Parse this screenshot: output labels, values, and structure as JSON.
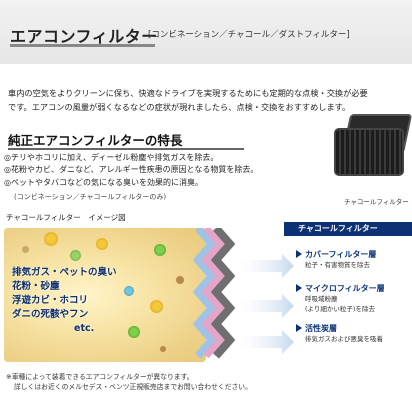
{
  "header": {
    "title": "エアコンフィルター",
    "subtitle": "[コンビネーション／チャコール／ダストフィルター]"
  },
  "intro": {
    "lines": [
      "車内の空気をよりクリーンに保ち、快適なドライブを実現するためにも定期的な点検・交換が必要",
      "です。エアコンの風量が弱くなるなどの症状が現れましたら、点検・交換をおすすめします。"
    ]
  },
  "features": {
    "title": "純正エアコンフィルターの特長",
    "items": [
      "◎チリやホコリに加え、ディーゼル粉塵や排気ガスを除去。",
      "◎花粉やカビ、ダニなど、アレルギー性疾患の原因となる物質を除去。",
      "◎ペットやタバコなどの気になる臭いを効果的に消臭。"
    ],
    "note": "(コンビネーション／チャコールフィルターのみ)"
  },
  "product_image": {
    "caption": "チャコールフィルター",
    "icon": "charcoal-filter"
  },
  "diagram": {
    "label": "チャコールフィルター　イメージ図",
    "pollutants": [
      "排気ガス・ペットの臭い",
      "花粉・砂塵",
      "浮遊カビ・ホコリ",
      "ダニの死骸やフン",
      "etc."
    ],
    "legend_title": "チャコールフィルター",
    "layers": [
      {
        "name": "カバーフィルター層",
        "desc": [
          "粒子・有害物質を除去"
        ]
      },
      {
        "name": "マイクロフィルター層",
        "desc": [
          "呼吸域粉塵",
          "(より細かい粒子)を除去"
        ]
      },
      {
        "name": "活性炭層",
        "desc": [
          "排気ガスおよび悪臭を吸着"
        ]
      }
    ],
    "colors": {
      "legend": "#0c3275",
      "text": "#0d2f6b"
    }
  },
  "footnote": {
    "lines": [
      "※車種によって装着できるエアコンフィルターが異なります。",
      "詳しくはお近くのメルセデス・ベンツ正規販売店までお問い合わせください。"
    ]
  }
}
